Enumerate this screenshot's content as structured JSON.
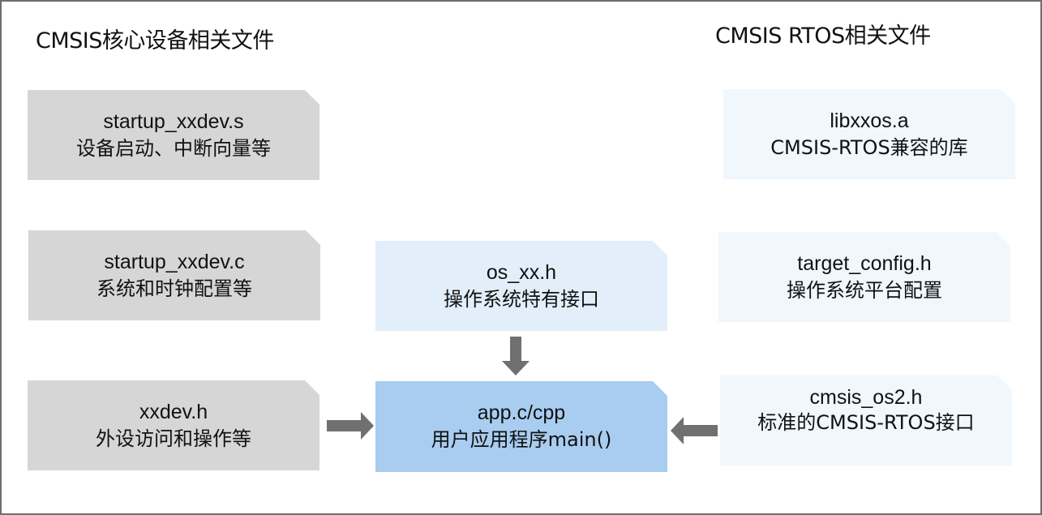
{
  "headings": {
    "core": "CMSIS核心设备相关文件",
    "rtos": "CMSIS RTOS相关文件"
  },
  "core_files": [
    {
      "file": "startup_xxdev.s",
      "desc": "设备启动、中断向量等"
    },
    {
      "file": "startup_xxdev.c",
      "desc": "系统和时钟配置等"
    },
    {
      "file": "xxdev.h",
      "desc": "外设访问和操作等"
    }
  ],
  "center_files": [
    {
      "file": "os_xx.h",
      "desc": "操作系统特有接口"
    },
    {
      "file": "app.c/cpp",
      "desc": "用户应用程序main()"
    }
  ],
  "rtos_files": [
    {
      "file": "libxxos.a",
      "desc": "CMSIS-RTOS兼容的库"
    },
    {
      "file": "target_config.h",
      "desc": "操作系统平台配置"
    },
    {
      "file": "cmsis_os2.h",
      "desc": "标准的CMSIS-RTOS接口"
    }
  ],
  "colors": {
    "core_box": "#d6d6d6",
    "rtos_box": "#f0f7fd",
    "os_box": "#e2eef9",
    "app_box": "#a9cdf0",
    "arrow": "#707070",
    "border": "#6e6e6e"
  }
}
